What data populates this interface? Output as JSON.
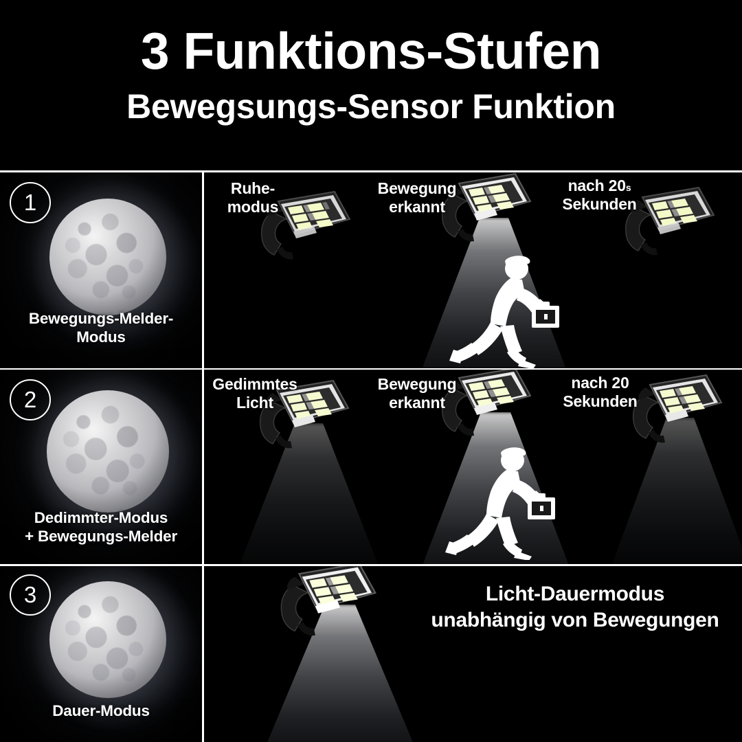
{
  "header": {
    "title": "3 Funktions-Stufen",
    "subtitle": "Bewegsungs-Sensor Funktion"
  },
  "colors": {
    "background": "#000000",
    "grid_line": "#ffffff",
    "text": "#ffffff",
    "moon": "#d6d6da"
  },
  "rows": [
    {
      "number": "1",
      "mode_label": "Bewegungs-Melder-\nModus",
      "mode_label_line1": "Bewegungs-Melder-",
      "mode_label_line2": "Modus",
      "stages": [
        {
          "label_line1": "Ruhe-",
          "label_line2": "modus",
          "unit": "",
          "light": "off",
          "runner": false
        },
        {
          "label_line1": "Bewegung",
          "label_line2": "erkannt",
          "unit": "",
          "light": "bright",
          "runner": true
        },
        {
          "label_line1": "nach 20",
          "label_line2": "Sekunden",
          "unit": "s",
          "light": "off",
          "runner": false
        }
      ]
    },
    {
      "number": "2",
      "mode_label_line1": "Dedimmter-Modus",
      "mode_label_line2": "+ Bewegungs-Melder",
      "stages": [
        {
          "label_line1": "Gedimmtes",
          "label_line2": "Licht",
          "unit": "",
          "light": "dim",
          "runner": false
        },
        {
          "label_line1": "Bewegung",
          "label_line2": "erkannt",
          "unit": "",
          "light": "bright",
          "runner": true
        },
        {
          "label_line1": "nach 20",
          "label_line2": "Sekunden",
          "unit": "",
          "light": "dim",
          "runner": false
        }
      ]
    },
    {
      "number": "3",
      "mode_label_line1": "Dauer-Modus",
      "mode_label_line2": "",
      "banner_line1": "Licht-Dauermodus",
      "banner_line2": "unabhängig von Bewegungen",
      "stages": [
        {
          "label_line1": "",
          "label_line2": "",
          "unit": "",
          "light": "bright",
          "runner": false
        }
      ]
    }
  ]
}
